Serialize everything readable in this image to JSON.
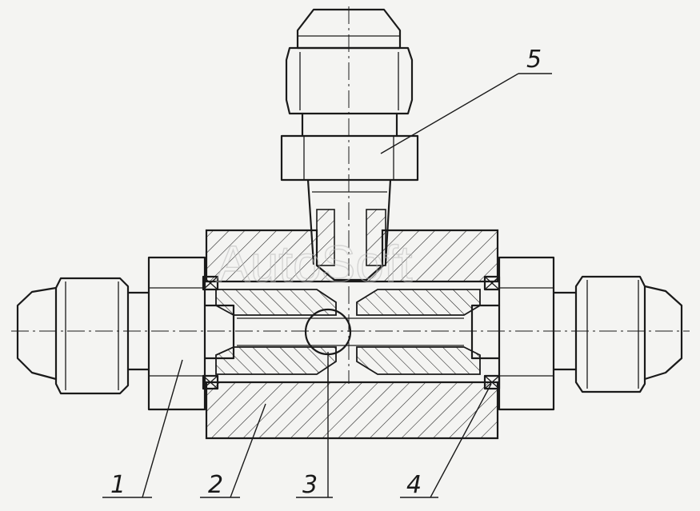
{
  "watermark": "AutoSoft",
  "labels": {
    "p1": "1",
    "p2": "2",
    "p3": "3",
    "p4": "4",
    "p5": "5"
  },
  "colors": {
    "ink": "#1a1a1a",
    "paper": "#f4f4f2"
  }
}
